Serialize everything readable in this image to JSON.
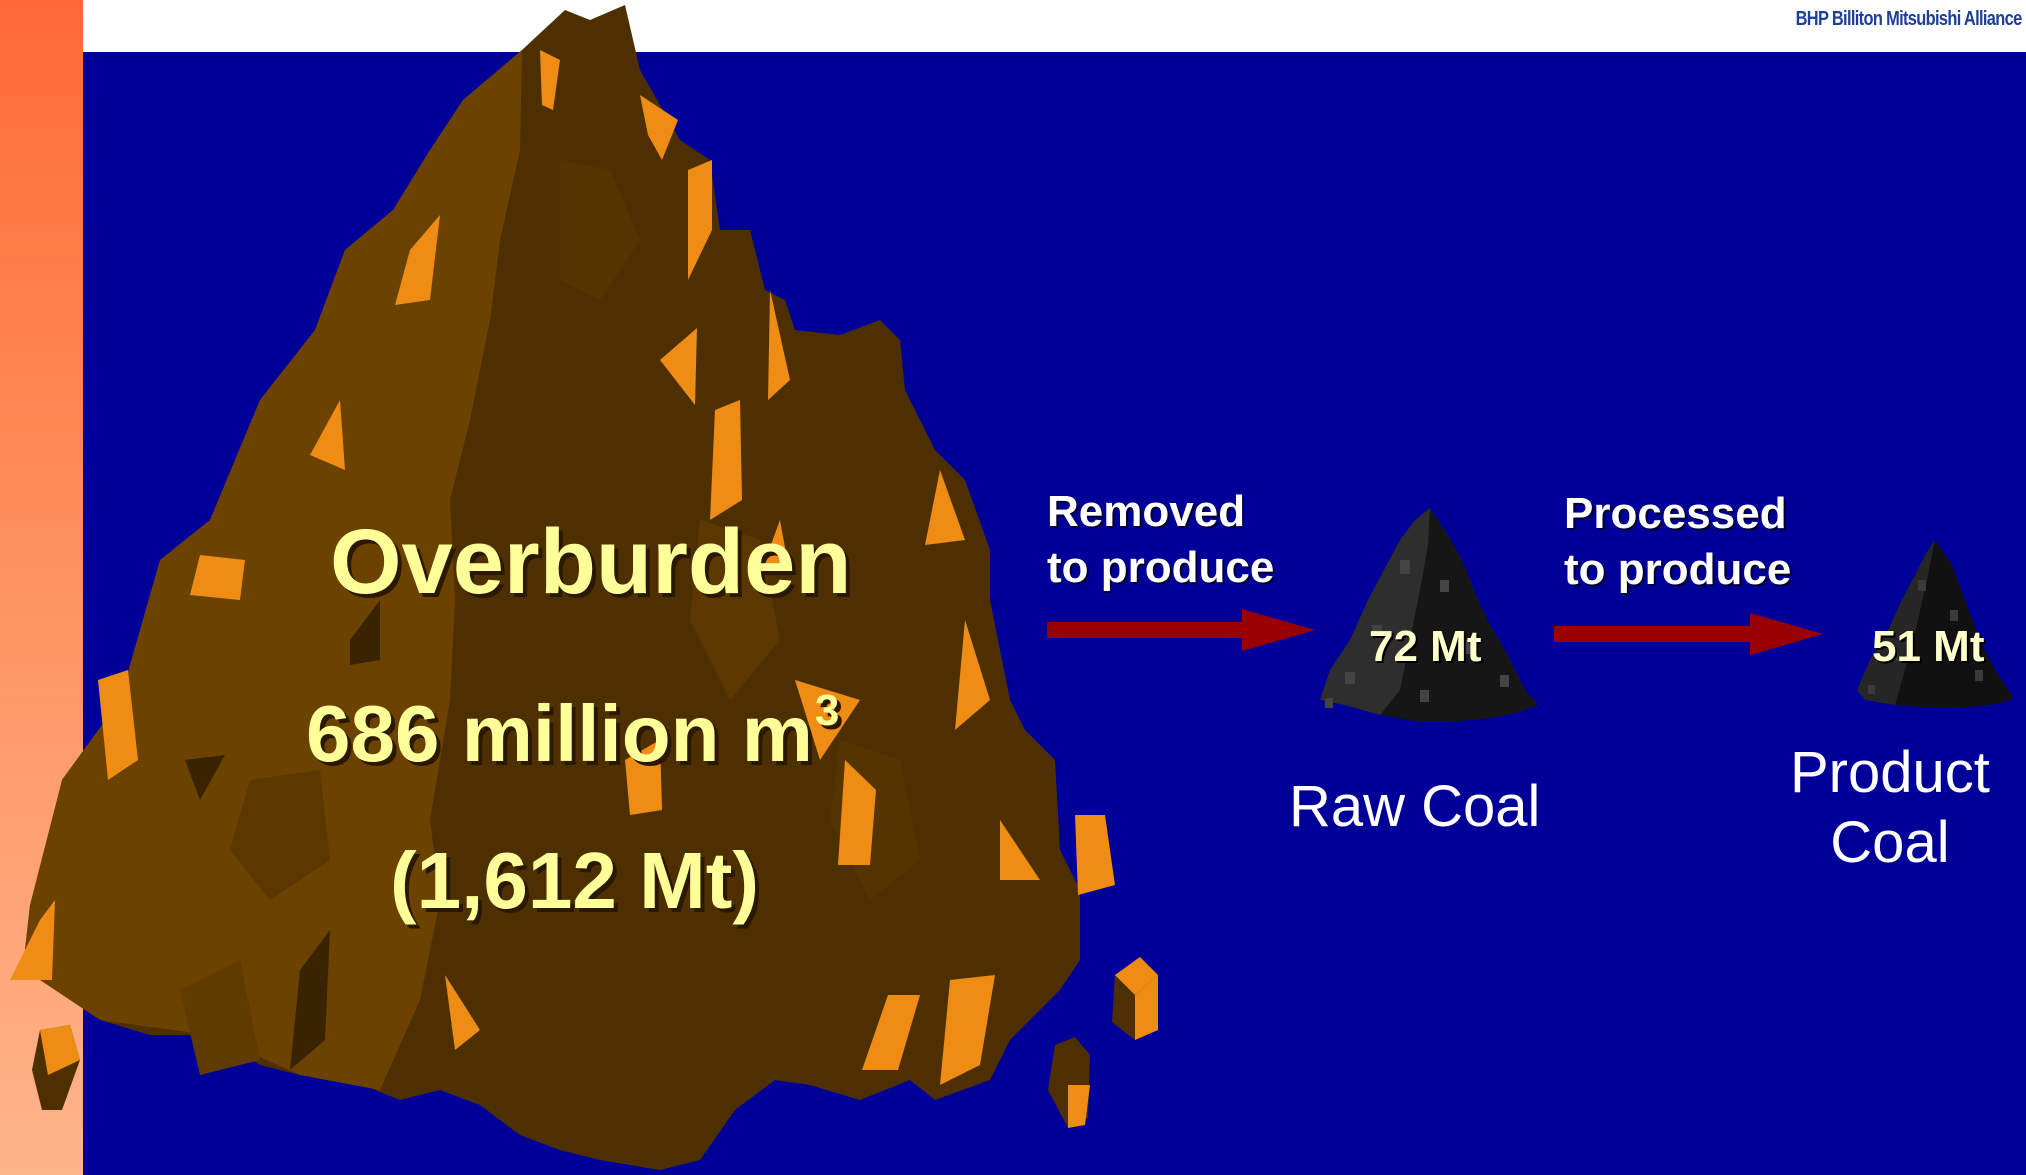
{
  "header": {
    "brand": "BHP Billiton Mitsubishi Alliance"
  },
  "overburden": {
    "title": "Overburden",
    "volume": "686 million m",
    "volume_superscript": "3",
    "mass": "(1,612 Mt)"
  },
  "step_removed": {
    "line1": "Removed",
    "line2": "to produce"
  },
  "raw_coal": {
    "value": "72 Mt",
    "caption": "Raw Coal"
  },
  "step_processed": {
    "line1": "Processed",
    "line2": "to produce"
  },
  "product_coal": {
    "value": "51 Mt",
    "caption_line1": "Product",
    "caption_line2": "Coal"
  },
  "colors": {
    "background": "#000099",
    "side_bar": "#ff7a45",
    "rock_dark": "#4e3000",
    "rock_mid": "#6b4200",
    "rock_highlight": "#ee8c14",
    "arrow": "#990000",
    "headline_text": "#ffff99",
    "label_text": "#ffffff",
    "brand_text": "#1e3f9a"
  }
}
